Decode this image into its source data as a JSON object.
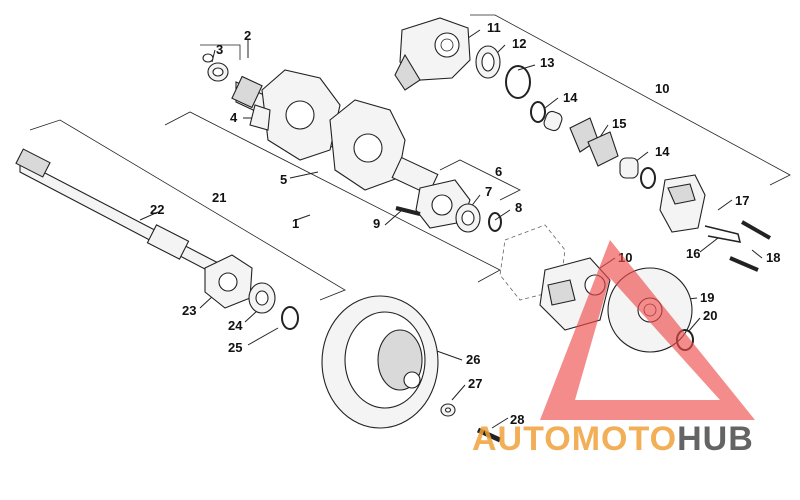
{
  "callouts": [
    {
      "id": "c1",
      "label": "1"
    },
    {
      "id": "c2",
      "label": "2"
    },
    {
      "id": "c3",
      "label": "3"
    },
    {
      "id": "c4",
      "label": "4"
    },
    {
      "id": "c5",
      "label": "5"
    },
    {
      "id": "c6",
      "label": "6"
    },
    {
      "id": "c7",
      "label": "7"
    },
    {
      "id": "c8",
      "label": "8"
    },
    {
      "id": "c9",
      "label": "9"
    },
    {
      "id": "c10a",
      "label": "10"
    },
    {
      "id": "c10b",
      "label": "10"
    },
    {
      "id": "c11",
      "label": "11"
    },
    {
      "id": "c12",
      "label": "12"
    },
    {
      "id": "c13",
      "label": "13"
    },
    {
      "id": "c14a",
      "label": "14"
    },
    {
      "id": "c14b",
      "label": "14"
    },
    {
      "id": "c15",
      "label": "15"
    },
    {
      "id": "c16",
      "label": "16"
    },
    {
      "id": "c17",
      "label": "17"
    },
    {
      "id": "c18",
      "label": "18"
    },
    {
      "id": "c19",
      "label": "19"
    },
    {
      "id": "c20",
      "label": "20"
    },
    {
      "id": "c21",
      "label": "21"
    },
    {
      "id": "c22",
      "label": "22"
    },
    {
      "id": "c23",
      "label": "23"
    },
    {
      "id": "c24",
      "label": "24"
    },
    {
      "id": "c25",
      "label": "25"
    },
    {
      "id": "c26",
      "label": "26"
    },
    {
      "id": "c27",
      "label": "27"
    },
    {
      "id": "c28",
      "label": "28"
    }
  ],
  "watermark": {
    "part1": "AUTO",
    "part2": "MOTO",
    "part3": "HUB",
    "color_auto": "#f0a23a",
    "color_moto": "#f0a23a",
    "color_hub": "#4a4a4a",
    "triangle_color": "#ee4b4b"
  }
}
